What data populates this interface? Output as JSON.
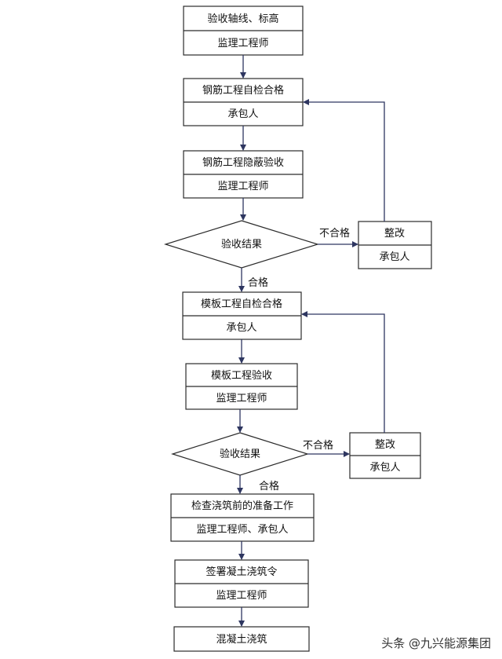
{
  "nodes": {
    "n1": {
      "title": "验收轴线、标高",
      "role": "监理工程师"
    },
    "n2": {
      "title": "钢筋工程自检合格",
      "role": "承包人"
    },
    "n3": {
      "title": "钢筋工程隐蔽验收",
      "role": "监理工程师"
    },
    "d1": {
      "title": "验收结果"
    },
    "r1": {
      "title": "整改",
      "role": "承包人"
    },
    "n4": {
      "title": "模板工程自检合格",
      "role": "承包人"
    },
    "n5": {
      "title": "模板工程验收",
      "role": "监理工程师"
    },
    "d2": {
      "title": "验收结果"
    },
    "r2": {
      "title": "整改",
      "role": "承包人"
    },
    "n6": {
      "title": "检查浇筑前的准备工作",
      "role": "监理工程师、承包人"
    },
    "n7": {
      "title": "签署凝土浇筑令",
      "role": "监理工程师"
    },
    "n8": {
      "title": "混凝土浇筑"
    }
  },
  "edge_labels": {
    "fail1": "不合格",
    "pass1": "合格",
    "fail2": "不合格",
    "pass2": "合格"
  },
  "watermark": {
    "text": "头条 @九兴能源集团"
  },
  "colors": {
    "arrow": "#2e3660",
    "box_border": "#2b2b2b"
  }
}
